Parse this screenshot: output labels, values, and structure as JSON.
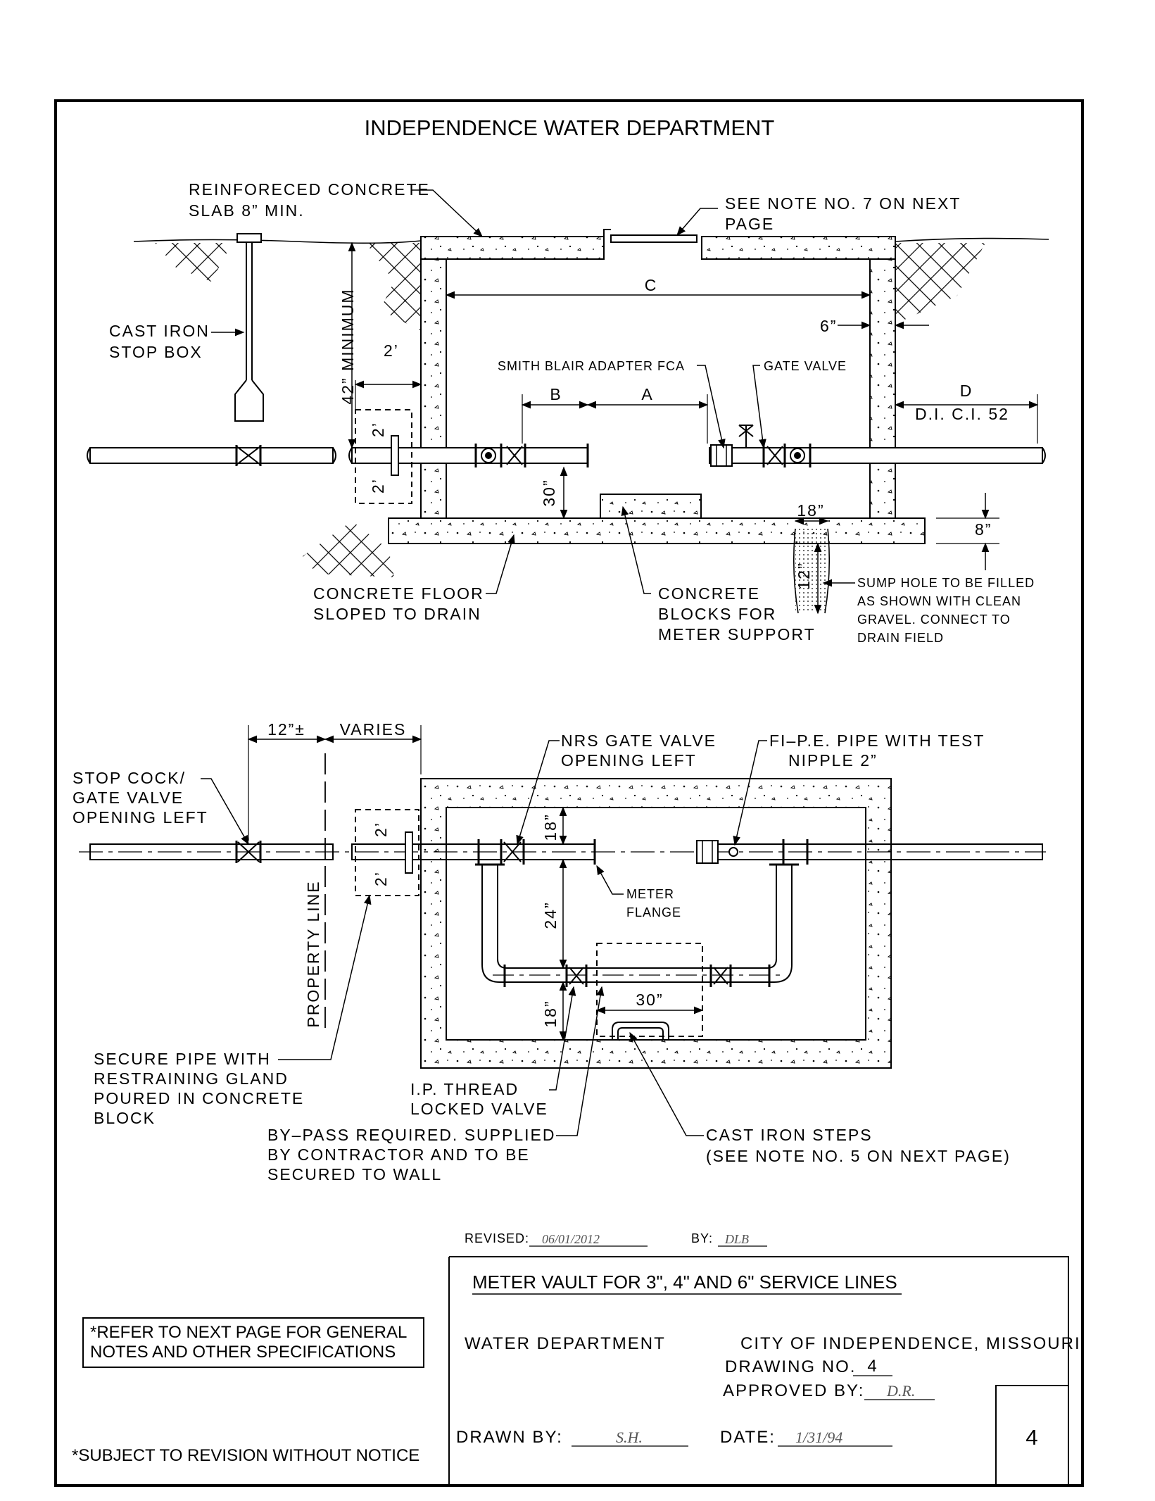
{
  "header": {
    "title": "INDEPENDENCE WATER DEPARTMENT"
  },
  "section_view": {
    "labels": {
      "slab": [
        "REINFORECED CONCRETE",
        "SLAB 8” MIN."
      ],
      "see_note": [
        "SEE NOTE NO. 7 ON NEXT",
        "PAGE"
      ],
      "stop_box": [
        "CAST IRON",
        "STOP BOX"
      ],
      "minimum": "42” MINIMUM",
      "dim_2ft": "2’",
      "dim_c": "C",
      "dim_6in": "6”",
      "adapter": "SMITH BLAIR ADAPTER FCA",
      "gate_valve": "GATE VALVE",
      "dim_b": "B",
      "dim_a": "A",
      "dim_d": "D",
      "pipe_spec": "D.I. C.I. 52",
      "dim_2a": "2’",
      "dim_2b": "2’",
      "dim_30": "30”",
      "dim_18": "18”",
      "dim_8": "8”",
      "dim_12": "12”",
      "floor": [
        "CONCRETE FLOOR",
        "SLOPED TO DRAIN"
      ],
      "blocks": [
        "CONCRETE",
        "BLOCKS FOR",
        "METER SUPPORT"
      ],
      "sump": [
        "SUMP HOLE TO BE FILLED",
        "AS SHOWN WITH CLEAN",
        "GRAVEL. CONNECT TO",
        "DRAIN FIELD"
      ]
    }
  },
  "plan_view": {
    "labels": {
      "dim_12pm": "12”±",
      "varies": "VARIES",
      "nrs": [
        "NRS GATE VALVE",
        "OPENING LEFT"
      ],
      "fipe": [
        "FI–P.E. PIPE WITH TEST",
        "NIPPLE 2”"
      ],
      "stop_cock": [
        "STOP COCK/",
        "GATE VALVE",
        "OPENING LEFT"
      ],
      "dim_2a": "2’",
      "dim_2b": "2’",
      "dim_18a": "18”",
      "dim_24": "24”",
      "dim_18b": "18”",
      "dim_30": "30”",
      "meter_flange": [
        "METER",
        "FLANGE"
      ],
      "property_line": "PROPERTY LINE",
      "secure": [
        "SECURE PIPE WITH",
        "RESTRAINING GLAND",
        "POURED IN CONCRETE",
        "BLOCK"
      ],
      "ip_thread": [
        "I.P. THREAD",
        "LOCKED VALVE"
      ],
      "bypass": [
        "BY–PASS REQUIRED. SUPPLIED",
        "BY CONTRACTOR AND TO BE",
        "SECURED TO WALL"
      ],
      "steps": [
        "CAST IRON STEPS",
        "(SEE NOTE NO. 5 ON NEXT PAGE)"
      ]
    }
  },
  "title_block": {
    "revised_label": "REVISED:",
    "revised_value": "06/01/2012",
    "by_label": "BY:",
    "by_value": "DLB",
    "title": "METER VAULT FOR 3\", 4\" AND 6\" SERVICE LINES",
    "dept": "WATER DEPARTMENT",
    "city": "CITY OF INDEPENDENCE, MISSOURI",
    "drawing_no_label": "DRAWING NO.",
    "drawing_no_value": "4",
    "approved_label": "APPROVED BY:",
    "approved_value": "D.R.",
    "drawn_label": "DRAWN BY:",
    "drawn_value": "S.H.",
    "date_label": "DATE:",
    "date_value": "1/31/94",
    "sheet_number": "4"
  },
  "notes": {
    "refer": [
      "*REFER TO NEXT PAGE FOR GENERAL",
      "NOTES AND OTHER SPECIFICATIONS"
    ],
    "subject": "*SUBJECT TO REVISION WITHOUT NOTICE"
  }
}
